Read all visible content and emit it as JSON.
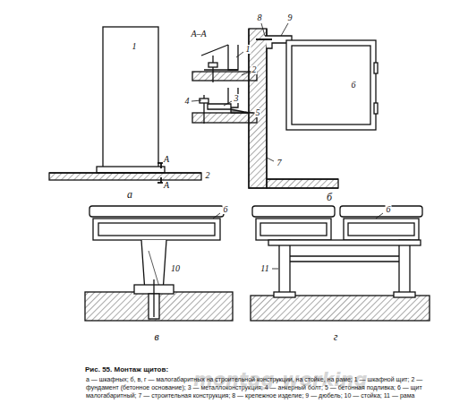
{
  "diagram": {
    "caption": "Рис. 55. Монтаж щитов:",
    "labels": [
      "1",
      "2",
      "А",
      "А",
      "а",
      "А–А",
      "1",
      "2",
      "4",
      "3",
      "5",
      "8",
      "9",
      "6",
      "7",
      "б",
      "6",
      "10",
      "в",
      "6",
      "11",
      "г",
      "а — шкафных; б, в, г — малогабаритных на строительной конструкции, на стойке, на раме; 1 — шкафной щит; 2 — фундамент (бетонное основание); 3 — металлоконструкция; 4 — анкерный болт; 5 — бетонная подливка; 6 — щит малогабаритный; 7 — строительная конструкция; 8 — крепежное изделие; 9 — дюбель; 10 — стойка; 11 — рама",
      "montag-working"
    ]
  }
}
